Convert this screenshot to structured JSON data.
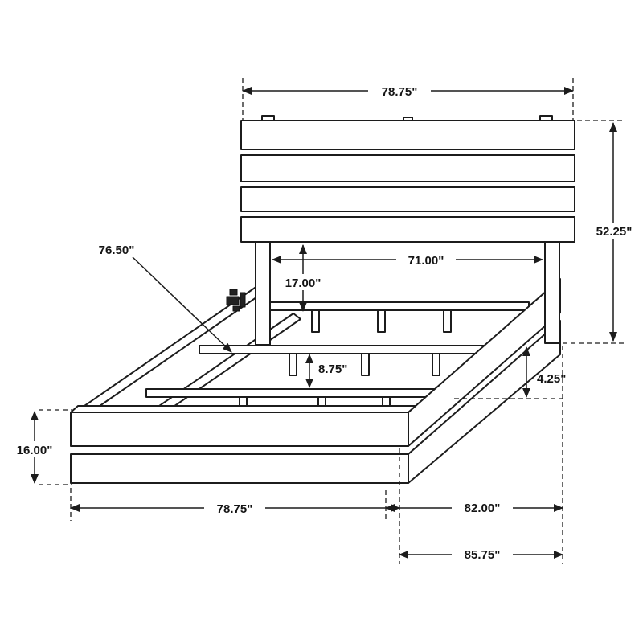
{
  "colors": {
    "line": "#1c1c1c",
    "background": "#ffffff"
  },
  "dimensions": {
    "headboard_width": "78.75\"",
    "headboard_height": "52.25\"",
    "inner_width": "71.00\"",
    "headboard_leg_height": "17.00\"",
    "rail_length": "76.50\"",
    "slat_support_height": "8.75\"",
    "side_rail_height": "4.25\"",
    "footboard_height": "16.00\"",
    "bed_width": "78.75\"",
    "bed_length": "82.00\"",
    "total_length": "85.75\""
  }
}
